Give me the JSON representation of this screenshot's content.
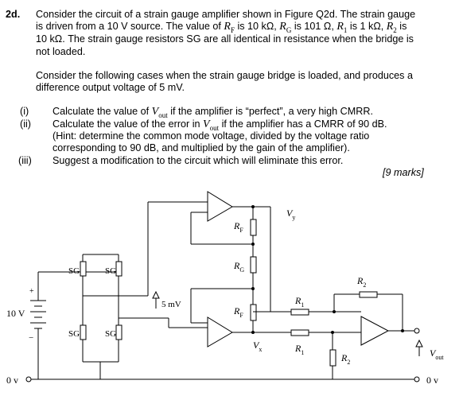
{
  "question": {
    "number": "2d.",
    "intro": [
      {
        "pre": "Consider the circuit of a strain gauge amplifier shown in Figure Q2d. The strain gauge"
      },
      {
        "pre": "is driven from a 10 V source. The value of ",
        "v1": "R",
        "s1": "F",
        "mid1": " is 10 kΩ, ",
        "v2": "R",
        "s2": "G",
        "mid2": " is 101 Ω, ",
        "v3": "R",
        "s3": "1",
        "mid3": " is 1 kΩ, ",
        "v4": "R",
        "s4": "2",
        "post": " is"
      },
      {
        "pre": "10 kΩ. The strain gauge resistors SG are all identical in resistance when the bridge is"
      },
      {
        "pre": "not loaded."
      }
    ],
    "cases_intro": [
      "Consider the following cases when the strain gauge bridge is loaded, and produces a",
      "difference output voltage of 5 mV."
    ],
    "parts": [
      {
        "label": "(i)",
        "lines": [
          {
            "pre": "Calculate the value of ",
            "var": "V",
            "sub": "out",
            "post": " if the amplifier is “perfect”, a very high CMRR."
          }
        ]
      },
      {
        "label": "(ii)",
        "lines": [
          {
            "pre": "Calculate the value of the error in ",
            "var": "V",
            "sub": "out",
            "post": " if the amplifier has a CMRR of 90 dB."
          },
          {
            "pre": "(Hint: determine the common mode voltage, divided by the voltage ratio"
          },
          {
            "pre": "corresponding to 90 dB, and multiplied by the gain of the amplifier)."
          }
        ]
      },
      {
        "label": "(iii)",
        "lines": [
          {
            "pre": "Suggest a modification to the circuit which will eliminate this error."
          }
        ]
      }
    ],
    "marks": "[9 marks]"
  },
  "circuit": {
    "source_label": "10 V",
    "plus": "+",
    "minus": "−",
    "ground_label": "0 v",
    "ground_label_right": "0 v",
    "sg": [
      "SG",
      "SG",
      "SG",
      "SG"
    ],
    "rf_top": {
      "v": "R",
      "s": "F"
    },
    "rg": {
      "v": "R",
      "s": "G"
    },
    "rf_bot": {
      "v": "R",
      "s": "F"
    },
    "r1_top": {
      "v": "R",
      "s": "1"
    },
    "r1_bot": {
      "v": "R",
      "s": "1"
    },
    "r2_top": {
      "v": "R",
      "s": "2"
    },
    "r2_bot": {
      "v": "R",
      "s": "2"
    },
    "vy": {
      "v": "V",
      "s": "y"
    },
    "vx": {
      "v": "V",
      "s": "x"
    },
    "vout": {
      "v": "V",
      "s": "out"
    },
    "diff_voltage": "5 mV"
  }
}
